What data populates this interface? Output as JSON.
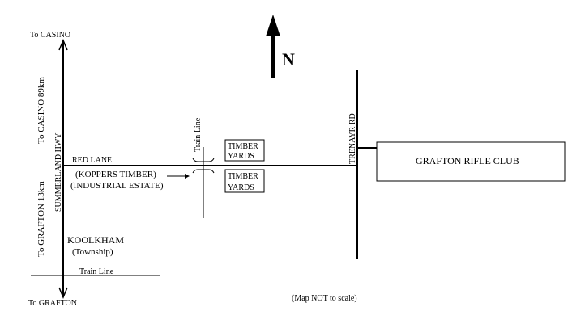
{
  "north": {
    "label": "N"
  },
  "highway": {
    "top_destination": "To CASINO",
    "bottom_destination": "To GRAFTON",
    "label_to_casino": "To CASINO 89km",
    "label_name": "SUMMERLAND HWY",
    "label_to_grafton": "To GRAFTON 13km"
  },
  "red_lane": {
    "label": "RED LANE",
    "note_line1": "(KOPPERS TIMBER)",
    "note_line2": "(INDUSTRIAL ESTATE)"
  },
  "train_line": {
    "upper_label": "Train Line",
    "lower_label": "Train Line"
  },
  "timber_yards": {
    "north_line1": "TIMBER",
    "north_line2": "YARDS",
    "south_line1": "TIMBER",
    "south_line2": "YARDS"
  },
  "trenayr_rd": {
    "label": "TRENAYR RD"
  },
  "rifle_club": {
    "label": "GRAFTON RIFLE CLUB"
  },
  "koolkham": {
    "name": "KOOLKHAM",
    "subtitle": "(Township)"
  },
  "scale_note": "(Map NOT to scale)"
}
